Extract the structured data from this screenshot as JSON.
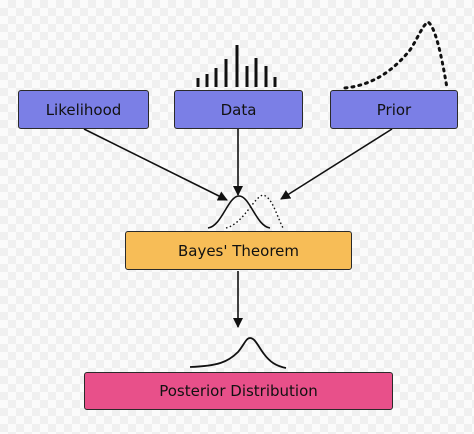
{
  "nodes": {
    "likelihood": "Likelihood",
    "data": "Data",
    "prior": "Prior",
    "bayes": "Bayes' Theorem",
    "posterior": "Posterior Distribution"
  },
  "colors": {
    "input_box": "#7b7fe6",
    "bayes_box": "#f7bd57",
    "posterior_box": "#e8508a",
    "stroke": "#111111"
  }
}
